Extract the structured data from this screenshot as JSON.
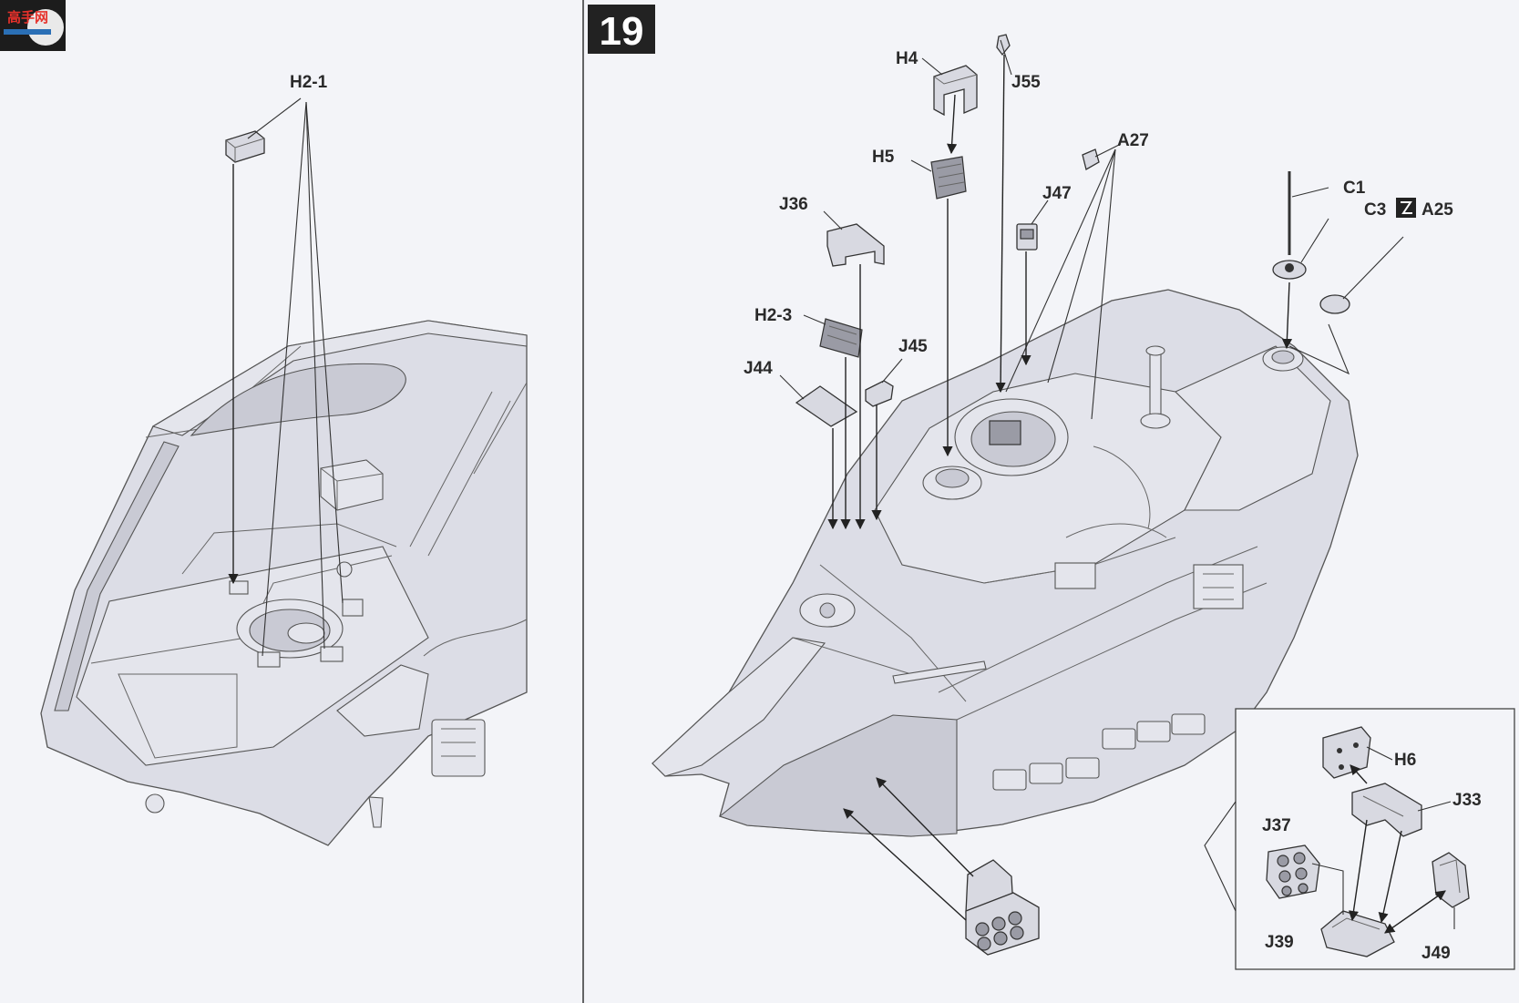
{
  "logo": {
    "text": "高手网"
  },
  "step": {
    "number": "19"
  },
  "left_panel": {
    "labels": {
      "h2_1": "H2-1"
    }
  },
  "right_panel": {
    "labels": {
      "h4": "H4",
      "j55": "J55",
      "a27": "A27",
      "h5": "H5",
      "j47": "J47",
      "j36": "J36",
      "c1": "C1",
      "c3": "C3",
      "a25": "A25",
      "h2_3": "H2-3",
      "j45": "J45",
      "j44": "J44"
    }
  },
  "inset": {
    "labels": {
      "h6": "H6",
      "j33": "J33",
      "j37": "J37",
      "j39": "J39",
      "j49": "J49"
    }
  },
  "colors": {
    "background": "#f3f4f8",
    "hull": "#dcdde6",
    "line": "#333333",
    "step_box": "#222222",
    "logo_red": "#e6312b"
  }
}
